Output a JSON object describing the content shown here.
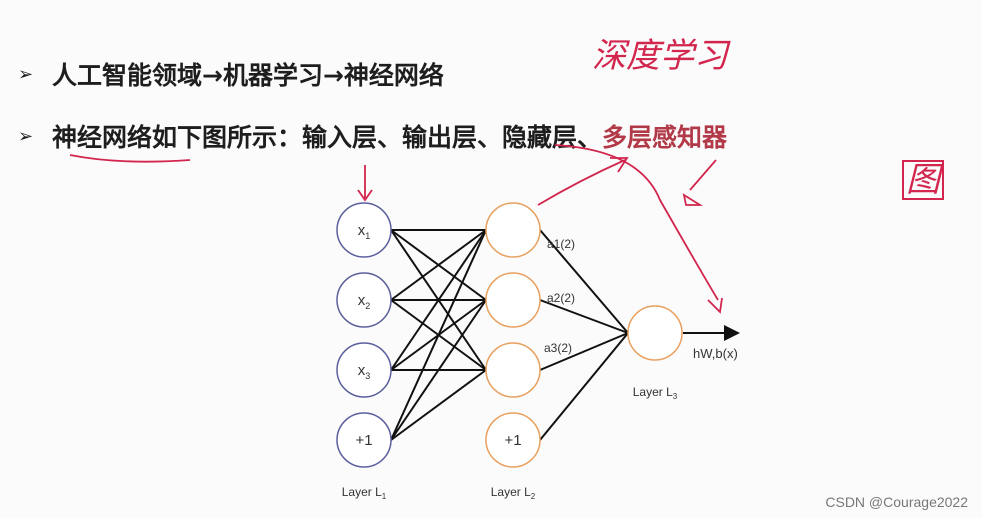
{
  "bullets": [
    {
      "icon": "triangle-bullet-icon",
      "text": "人工智能领域→机器学习→神经网络"
    },
    {
      "icon": "triangle-bullet-icon",
      "text": "神经网络如下图所示：输入层、输出层、隐藏层、",
      "highlight": "多层感知器"
    }
  ],
  "handwriting": {
    "note1": "深度学习",
    "note2": "图"
  },
  "diagram": {
    "input_nodes": [
      "x1",
      "x2",
      "x3",
      "+1"
    ],
    "hidden_bias": "+1",
    "activations": [
      "a1(2)",
      "a2(2)",
      "a3(2)"
    ],
    "output_label": "hW,b(x)",
    "layer_labels": [
      "Layer L1",
      "Layer L2",
      "Layer L3"
    ],
    "colors": {
      "input": "#5a5f9c",
      "hidden": "#e8a060",
      "annotation": "#d2264e"
    }
  },
  "watermark": "CSDN @Courage2022"
}
